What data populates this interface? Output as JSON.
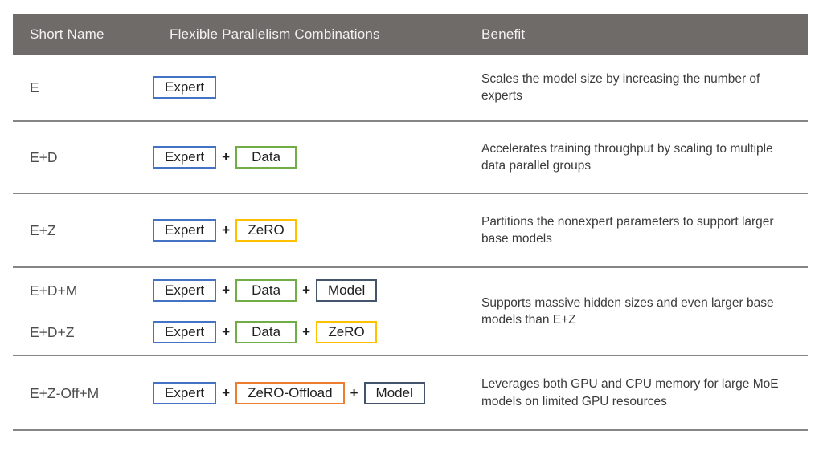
{
  "header": {
    "columns": [
      "Short Name",
      "Flexible Parallelism Combinations",
      "Benefit"
    ]
  },
  "colors": {
    "header_bg": "#6F6B69",
    "header_text": "#F2F1F0",
    "divider": "#868686"
  },
  "plus_sign": "+",
  "box_colors": {
    "Expert": "#4472C4",
    "Data": "#70AD47",
    "ZeRO": "#FFC000",
    "Model": "#44546A",
    "ZeRO-Offload": "#ED7D31"
  },
  "rows": [
    {
      "short_names": [
        "E"
      ],
      "combinations": [
        [
          "Expert"
        ]
      ],
      "benefit": "Scales the model size by increasing the number of experts"
    },
    {
      "short_names": [
        "E+D"
      ],
      "combinations": [
        [
          "Expert",
          "Data"
        ]
      ],
      "benefit": "Accelerates training throughput by scaling to multiple data parallel groups"
    },
    {
      "short_names": [
        "E+Z"
      ],
      "combinations": [
        [
          "Expert",
          "ZeRO"
        ]
      ],
      "benefit": "Partitions the nonexpert parameters to support larger base models"
    },
    {
      "short_names": [
        "E+D+M",
        "E+D+Z"
      ],
      "combinations": [
        [
          "Expert",
          "Data",
          "Model"
        ],
        [
          "Expert",
          "Data",
          "ZeRO"
        ]
      ],
      "benefit": "Supports massive hidden sizes and even larger base models than E+Z"
    },
    {
      "short_names": [
        "E+Z-Off+M"
      ],
      "combinations": [
        [
          "Expert",
          "ZeRO-Offload",
          "Model"
        ]
      ],
      "benefit": "Leverages both GPU and CPU memory for large MoE models on limited GPU resources"
    }
  ]
}
